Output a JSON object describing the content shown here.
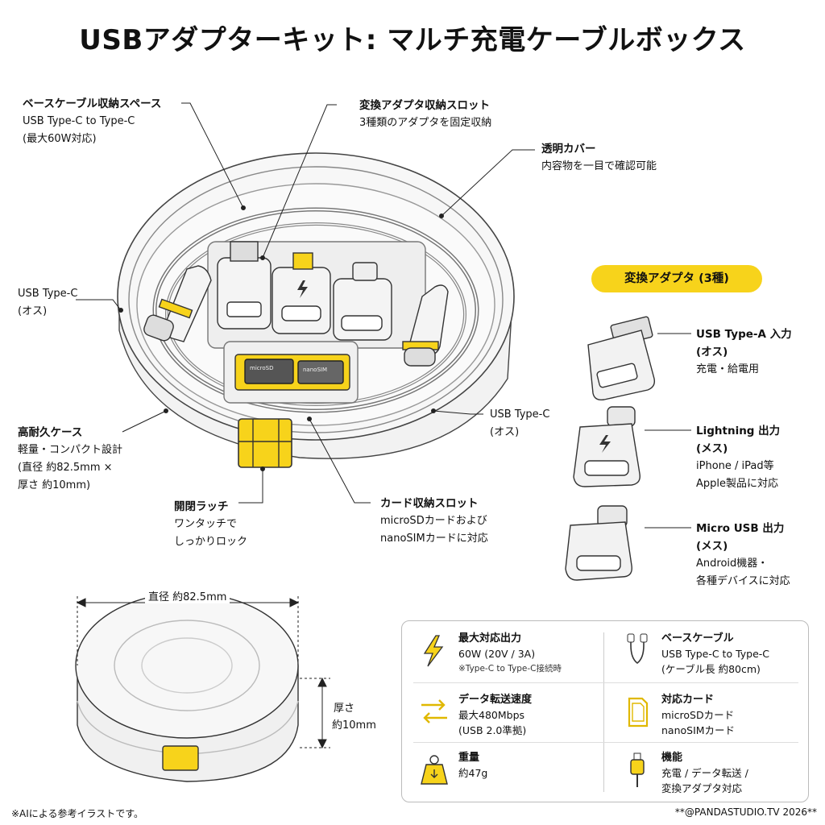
{
  "title": "USBアダプターキット: マルチ充電ケーブルボックス",
  "callouts": {
    "base_cable": {
      "heading": "ベースケーブル収納スペース",
      "line1": "USB Type-C to Type-C",
      "line2": "(最大60W対応)"
    },
    "adapter_slot": {
      "heading": "変換アダプタ収納スロット",
      "line1": "3種類のアダプタを固定収納"
    },
    "cover": {
      "heading": "透明カバー",
      "line1": "内容物を一目で確認可能"
    },
    "usbc_left": {
      "line1": "USB Type-C",
      "line2": "(オス)"
    },
    "usbc_right": {
      "line1": "USB Type-C",
      "line2": "(オス)"
    },
    "case": {
      "heading": "高耐久ケース",
      "line1": "軽量・コンパクト設計",
      "line2": "(直径 約82.5mm ×",
      "line3": "厚さ 約10mm)"
    },
    "latch": {
      "heading": "開閉ラッチ",
      "line1": "ワンタッチで",
      "line2": "しっかりロック"
    },
    "card_slot": {
      "heading": "カード収納スロット",
      "line1": "microSDカードおよび",
      "line2": "nanoSIMカードに対応"
    }
  },
  "card_labels": {
    "microsd": "microSD",
    "nanosim": "nanoSIM"
  },
  "adapters": {
    "title": "変換アダプタ (3種)",
    "items": [
      {
        "heading1": "USB Type-A 入力",
        "heading2": "(オス)",
        "line1": "充電・給電用",
        "line2": ""
      },
      {
        "heading1": "Lightning 出力",
        "heading2": "(メス)",
        "line1": "iPhone / iPad等",
        "line2": "Apple製品に対応"
      },
      {
        "heading1": "Micro USB 出力",
        "heading2": "(メス)",
        "line1": "Android機器・",
        "line2": "各種デバイスに対応"
      }
    ]
  },
  "dimensions": {
    "diameter": "直径 約82.5mm",
    "thickness_label": "厚さ",
    "thickness_value": "約10mm"
  },
  "specs": [
    {
      "icon": "lightning-bolt-icon",
      "heading": "最大対応出力",
      "line1": "60W (20V / 3A)",
      "note": "※Type-C to Type-C接続時"
    },
    {
      "icon": "cable-icon",
      "heading": "ベースケーブル",
      "line1": "USB Type-C to Type-C",
      "note": "(ケーブル長 約80cm)"
    },
    {
      "icon": "transfer-arrows-icon",
      "heading": "データ転送速度",
      "line1": "最大480Mbps",
      "note": "(USB 2.0準拠)"
    },
    {
      "icon": "card-icon",
      "heading": "対応カード",
      "line1": "microSDカード",
      "note": "nanoSIMカード"
    },
    {
      "icon": "weight-icon",
      "heading": "重量",
      "line1": "約47g",
      "note": ""
    },
    {
      "icon": "plug-icon",
      "heading": "機能",
      "line1": "充電 / データ転送 /",
      "note": "変換アダプタ対応"
    }
  ],
  "footer": {
    "left": "※AIによる参考イラストです。",
    "right": "**@PANDASTUDIO.TV 2026**"
  },
  "colors": {
    "accent": "#f7d31b",
    "line": "#222222",
    "metal": "#e8e8e8"
  }
}
